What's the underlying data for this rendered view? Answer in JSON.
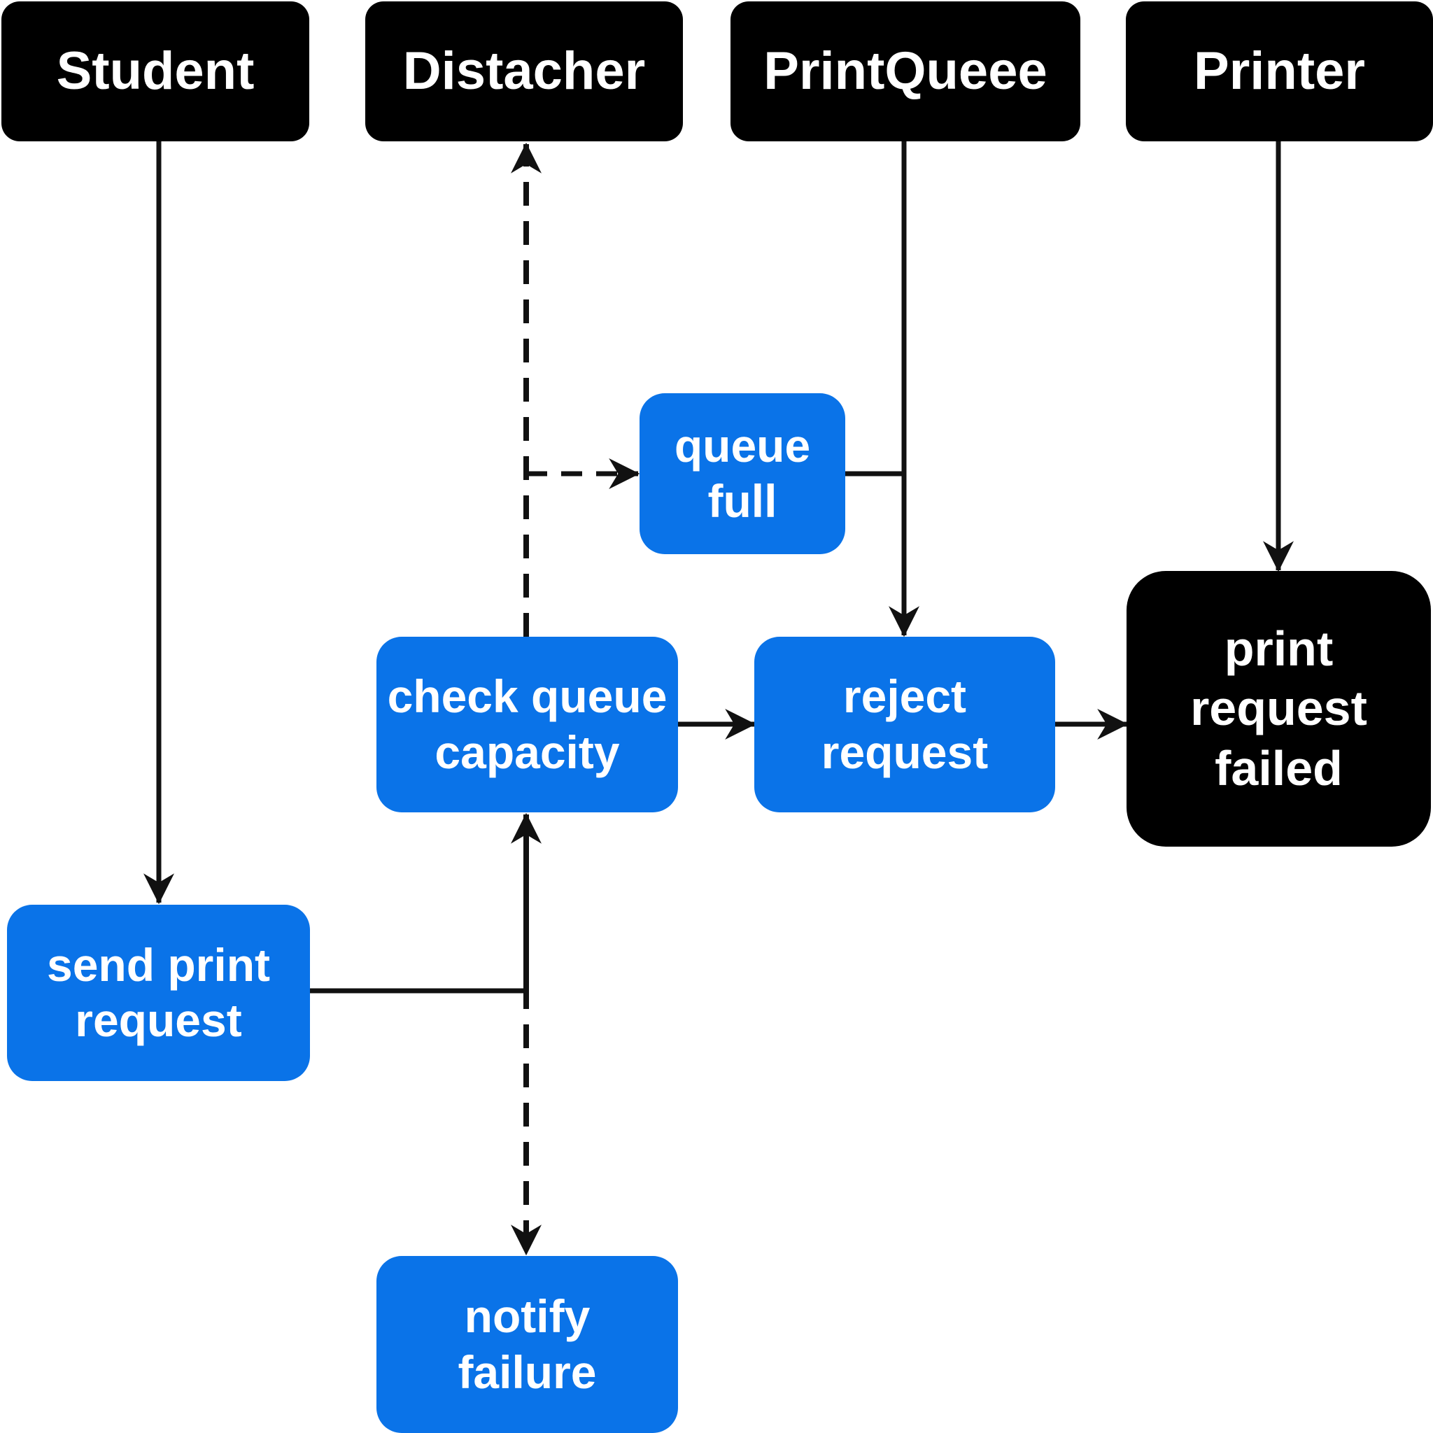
{
  "diagram": {
    "lanes": {
      "student": "Student",
      "dispatcher": "Distacher",
      "print_queue": "PrintQueee",
      "printer": "Printer"
    },
    "steps": {
      "send_print_request": "send print\nrequest",
      "check_queue_capacity": "check queue\ncapacity",
      "queue_full": "queue\nfull",
      "reject_request": "reject\nrequest",
      "print_request_failed": "print\nrequest\nfailed",
      "notify_failure": "notify\nfailure"
    }
  },
  "colors": {
    "lane_header": "#000000",
    "step": "#0a73e8",
    "terminal": "#000000",
    "text": "#ffffff",
    "connector": "#111111"
  }
}
